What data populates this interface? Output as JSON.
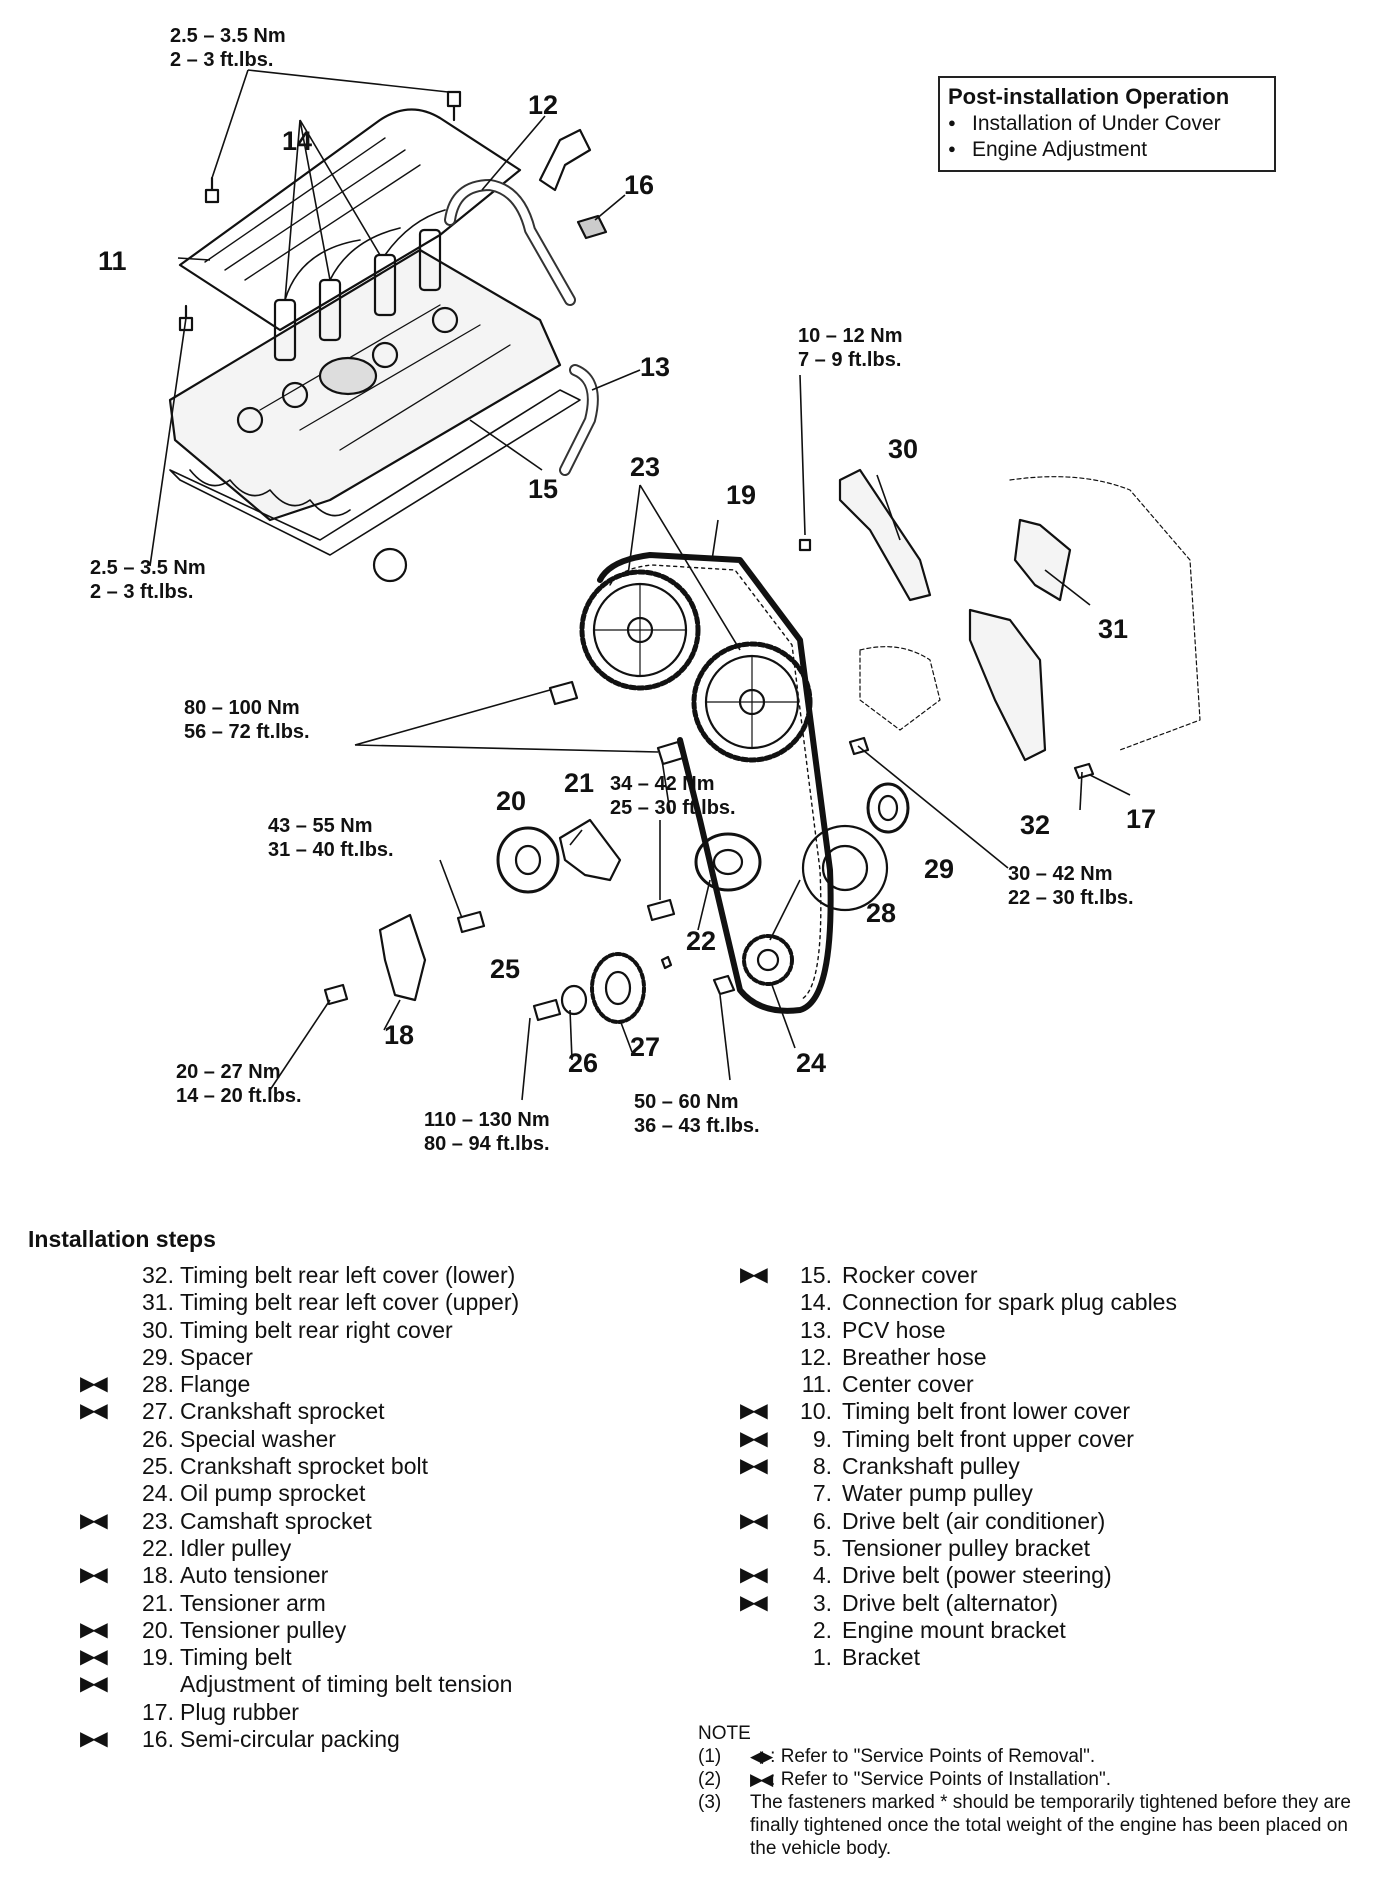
{
  "post_installation": {
    "title": "Post-installation Operation",
    "items": [
      "Installation of Under Cover",
      "Engine Adjustment"
    ]
  },
  "torques": {
    "t1": [
      "2.5 – 3.5 Nm",
      "2 – 3 ft.lbs."
    ],
    "t2": [
      "2.5 – 3.5 Nm",
      "2 – 3 ft.lbs."
    ],
    "t3": [
      "10 – 12 Nm",
      "7 – 9 ft.lbs."
    ],
    "t4": [
      "80 – 100 Nm",
      "56 – 72 ft.lbs."
    ],
    "t5": [
      "34 – 42 Nm",
      "25 – 30 ft.lbs."
    ],
    "t6": [
      "43 – 55 Nm",
      "31 – 40 ft.lbs."
    ],
    "t7": [
      "30 – 42 Nm",
      "22 – 30 ft.lbs."
    ],
    "t8": [
      "20 – 27 Nm",
      "14 – 20 ft.lbs."
    ],
    "t9": [
      "110 – 130 Nm",
      "80 – 94 ft.lbs."
    ],
    "t10": [
      "50 – 60 Nm",
      "36 – 43 ft.lbs."
    ]
  },
  "callouts": [
    "11",
    "12",
    "13",
    "14",
    "15",
    "16",
    "17",
    "18",
    "19",
    "20",
    "21",
    "22",
    "23",
    "24",
    "25",
    "26",
    "27",
    "28",
    "29",
    "30",
    "31",
    "32"
  ],
  "steps_title": "Installation steps",
  "steps_left": [
    {
      "mark": "",
      "num": "32.",
      "label": "Timing belt rear left cover (lower)"
    },
    {
      "mark": "",
      "num": "31.",
      "label": "Timing belt rear left cover (upper)"
    },
    {
      "mark": "",
      "num": "30.",
      "label": "Timing belt rear right cover"
    },
    {
      "mark": "",
      "num": "29.",
      "label": "Spacer"
    },
    {
      "mark": "▶◀",
      "num": "28.",
      "label": "Flange"
    },
    {
      "mark": "▶◀",
      "num": "27.",
      "label": "Crankshaft sprocket"
    },
    {
      "mark": "",
      "num": "26.",
      "label": "Special washer"
    },
    {
      "mark": "",
      "num": "25.",
      "label": "Crankshaft sprocket bolt"
    },
    {
      "mark": "",
      "num": "24.",
      "label": "Oil pump sprocket"
    },
    {
      "mark": "▶◀",
      "num": "23.",
      "label": "Camshaft sprocket"
    },
    {
      "mark": "",
      "num": "22.",
      "label": "Idler pulley"
    },
    {
      "mark": "▶◀",
      "num": "18.",
      "label": "Auto tensioner"
    },
    {
      "mark": "",
      "num": "21.",
      "label": "Tensioner arm"
    },
    {
      "mark": "▶◀",
      "num": "20.",
      "label": "Tensioner pulley"
    },
    {
      "mark": "▶◀",
      "num": "19.",
      "label": "Timing belt"
    },
    {
      "mark": "▶◀",
      "num": "",
      "label": "Adjustment of timing belt tension"
    },
    {
      "mark": "",
      "num": "17.",
      "label": "Plug rubber"
    },
    {
      "mark": "▶◀",
      "num": "16.",
      "label": "Semi-circular packing"
    }
  ],
  "steps_right": [
    {
      "mark": "▶◀",
      "num": "15.",
      "label": "Rocker cover"
    },
    {
      "mark": "",
      "num": "14.",
      "label": "Connection for spark plug cables"
    },
    {
      "mark": "",
      "num": "13.",
      "label": "PCV hose"
    },
    {
      "mark": "",
      "num": "12.",
      "label": "Breather hose"
    },
    {
      "mark": "",
      "num": "11.",
      "label": "Center cover"
    },
    {
      "mark": "▶◀",
      "num": "10.",
      "label": "Timing belt front lower cover"
    },
    {
      "mark": "▶◀",
      "num": "9.",
      "label": "Timing belt front upper cover"
    },
    {
      "mark": "▶◀",
      "num": "8.",
      "label": "Crankshaft pulley"
    },
    {
      "mark": "",
      "num": "7.",
      "label": "Water pump pulley"
    },
    {
      "mark": "▶◀",
      "num": "6.",
      "label": "Drive belt (air conditioner)"
    },
    {
      "mark": "",
      "num": "5.",
      "label": "Tensioner pulley bracket"
    },
    {
      "mark": "▶◀",
      "num": "4.",
      "label": "Drive belt (power steering)"
    },
    {
      "mark": "▶◀",
      "num": "3.",
      "label": "Drive belt (alternator)"
    },
    {
      "mark": "",
      "num": "2.",
      "label": "Engine mount bracket"
    },
    {
      "mark": "",
      "num": "1.",
      "label": "Bracket"
    }
  ],
  "note": {
    "title": "NOTE",
    "items": [
      {
        "num": "(1)",
        "mark": "◀▶",
        "text": ": Refer to \"Service Points of Removal\"."
      },
      {
        "num": "(2)",
        "mark": "▶◀",
        "text": ": Refer to \"Service Points of Installation\"."
      },
      {
        "num": "(3)",
        "mark": "",
        "text": "The fasteners marked * should be temporarily tightened before they are finally tightened once the total weight of the engine has been placed on the vehicle body."
      }
    ]
  }
}
